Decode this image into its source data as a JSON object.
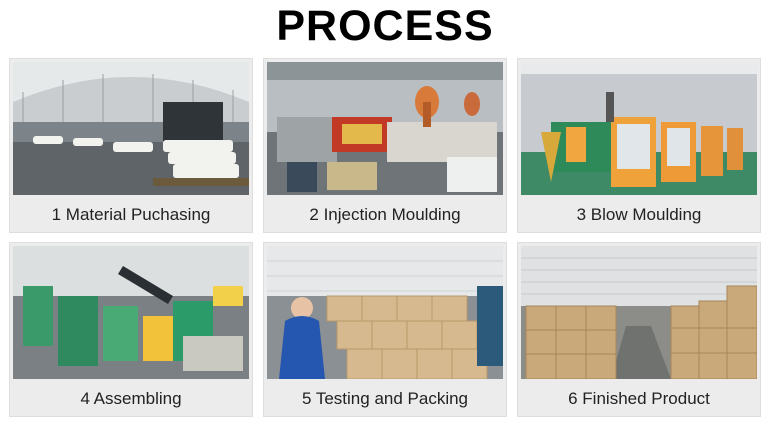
{
  "header": {
    "title": "PROCESS"
  },
  "steps": [
    {
      "caption": "1 Material Puchasing"
    },
    {
      "caption": "2 Injection Moulding"
    },
    {
      "caption": "3 Blow Moulding"
    },
    {
      "caption": "4 Assembling"
    },
    {
      "caption": "5 Testing and Packing"
    },
    {
      "caption": "6 Finished Product"
    }
  ]
}
